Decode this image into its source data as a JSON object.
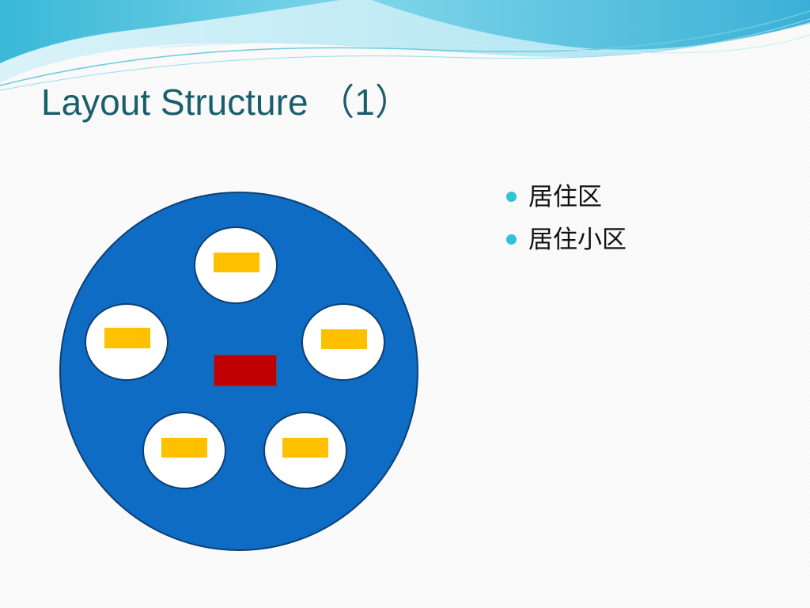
{
  "slide": {
    "title": "Layout Structure （1）",
    "bullets": [
      {
        "label": "居住区"
      },
      {
        "label": "居住小区"
      }
    ]
  },
  "colors": {
    "title": "#1a5e6c",
    "bullet_dot": "#2ec4d4",
    "outer_circle_fill": "#0f6cc4",
    "outer_circle_stroke": "#0b3f73",
    "inner_circle_fill": "#ffffff",
    "inner_rect_fill": "#ffc000",
    "center_rect_fill": "#c00000",
    "center_rect_stroke": "#2e5c9a",
    "wave_primary": "#5cc8e0",
    "wave_light": "#bfeaf3"
  },
  "icons": {
    "bullet": "round-bullet-icon"
  }
}
